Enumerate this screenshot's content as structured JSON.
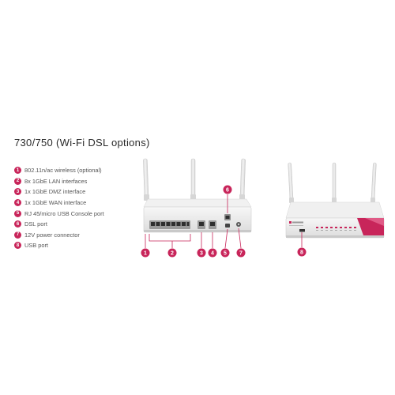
{
  "title": "730/750 (Wi-Fi DSL options)",
  "legend": [
    {
      "num": "1",
      "text": "802.11n/ac wireless (optional)"
    },
    {
      "num": "2",
      "text": "8x 1GbE LAN interfaces"
    },
    {
      "num": "3",
      "text": "1x 1GbE DMZ interface"
    },
    {
      "num": "4",
      "text": "1x 1GbE WAN interface"
    },
    {
      "num": "5",
      "text": "RJ 45/micro USB Console port"
    },
    {
      "num": "6",
      "text": "DSL port"
    },
    {
      "num": "7",
      "text": "12V power connector"
    },
    {
      "num": "8",
      "text": "USB port"
    }
  ],
  "callouts": {
    "c1": "1",
    "c2": "2",
    "c3": "3",
    "c4": "4",
    "c5": "5",
    "c6": "6",
    "c7": "7",
    "c8": "8"
  },
  "colors": {
    "accent": "#c8255a",
    "device_body": "#eeeeee",
    "antenna": "#e6e6e6",
    "port": "#333333"
  }
}
